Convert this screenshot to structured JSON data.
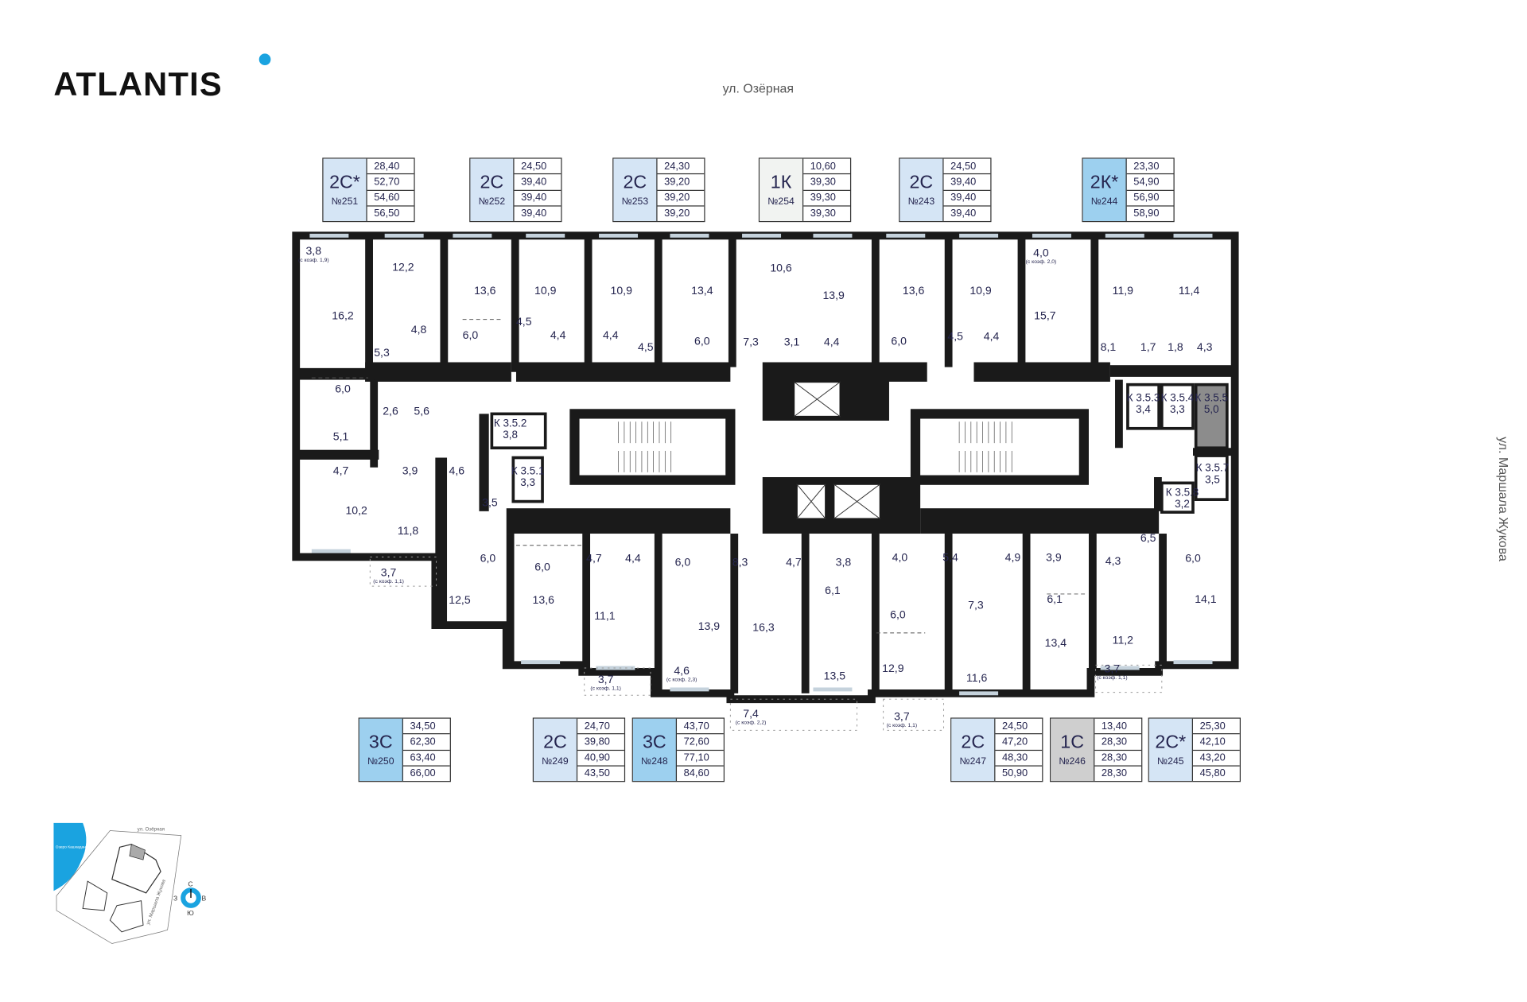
{
  "brand": {
    "name": "ATLANTIS",
    "accent": "#1aa3e0"
  },
  "streets": {
    "top": "ул. Озёрная",
    "right": "ул. Маршала Жукова"
  },
  "colors": {
    "light": "#d5e5f5",
    "mid": "#9dd0ef",
    "white": "#f1f3f1",
    "gray": "#cfcfcf"
  },
  "cards_top": [
    {
      "type": "2С*",
      "num": "№251",
      "areas": [
        "28,40",
        "52,70",
        "54,60",
        "56,50"
      ],
      "tone": "light"
    },
    {
      "type": "2С",
      "num": "№252",
      "areas": [
        "24,50",
        "39,40",
        "39,40",
        "39,40"
      ],
      "tone": "light"
    },
    {
      "type": "2С",
      "num": "№253",
      "areas": [
        "24,30",
        "39,20",
        "39,20",
        "39,20"
      ],
      "tone": "light"
    },
    {
      "type": "1К",
      "num": "№254",
      "areas": [
        "10,60",
        "39,30",
        "39,30",
        "39,30"
      ],
      "tone": "white"
    },
    {
      "type": "2С",
      "num": "№243",
      "areas": [
        "24,50",
        "39,40",
        "39,40",
        "39,40"
      ],
      "tone": "light"
    },
    {
      "type": "2К*",
      "num": "№244",
      "areas": [
        "23,30",
        "54,90",
        "56,90",
        "58,90"
      ],
      "tone": "mid"
    }
  ],
  "cards_bottom": [
    {
      "type": "3С",
      "num": "№250",
      "areas": [
        "34,50",
        "62,30",
        "63,40",
        "66,00"
      ],
      "tone": "mid"
    },
    {
      "type": "2С",
      "num": "№249",
      "areas": [
        "24,70",
        "39,80",
        "40,90",
        "43,50"
      ],
      "tone": "light"
    },
    {
      "type": "3С",
      "num": "№248",
      "areas": [
        "43,70",
        "72,60",
        "77,10",
        "84,60"
      ],
      "tone": "mid"
    },
    {
      "type": "2С",
      "num": "№247",
      "areas": [
        "24,50",
        "47,20",
        "48,30",
        "50,90"
      ],
      "tone": "light"
    },
    {
      "type": "1С",
      "num": "№246",
      "areas": [
        "13,40",
        "28,30",
        "28,30",
        "28,30"
      ],
      "tone": "gray"
    },
    {
      "type": "2С*",
      "num": "№245",
      "areas": [
        "25,30",
        "42,10",
        "43,20",
        "45,80"
      ],
      "tone": "light"
    }
  ],
  "rooms": [
    {
      "a": "3,8",
      "note": "(с коэф. 1,9)"
    },
    {
      "a": "12,2"
    },
    {
      "a": "16,2"
    },
    {
      "a": "4,8"
    },
    {
      "a": "5,3"
    },
    {
      "a": "6,0"
    },
    {
      "a": "2,6"
    },
    {
      "a": "5,6"
    },
    {
      "a": "5,1"
    },
    {
      "a": "4,7"
    },
    {
      "a": "3,9"
    },
    {
      "a": "10,2"
    },
    {
      "a": "11,8"
    },
    {
      "a": "3,7",
      "note": "(с коэф. 1,1)"
    },
    {
      "a": "4,6"
    },
    {
      "a": "3,5"
    },
    {
      "a": "6,0"
    },
    {
      "a": "12,5"
    },
    {
      "a": "13,6"
    },
    {
      "a": "10,9"
    },
    {
      "a": "6,0"
    },
    {
      "a": "4,5"
    },
    {
      "a": "4,4"
    },
    {
      "a": "10,9"
    },
    {
      "a": "13,4"
    },
    {
      "a": "4,4"
    },
    {
      "a": "6,0"
    },
    {
      "a": "4,5"
    },
    {
      "a": "10,6"
    },
    {
      "a": "13,9"
    },
    {
      "a": "7,3"
    },
    {
      "a": "3,1"
    },
    {
      "a": "4,4"
    },
    {
      "a": "13,6"
    },
    {
      "a": "10,9"
    },
    {
      "a": "6,0"
    },
    {
      "a": "4,5"
    },
    {
      "a": "4,4"
    },
    {
      "a": "4,0",
      "note": "(с коэф. 2,0)"
    },
    {
      "a": "15,7"
    },
    {
      "a": "11,9"
    },
    {
      "a": "11,4"
    },
    {
      "a": "8,1"
    },
    {
      "a": "1,7"
    },
    {
      "a": "1,8"
    },
    {
      "a": "4,3"
    },
    {
      "a": "6,0"
    },
    {
      "a": "13,6"
    },
    {
      "a": "4,7"
    },
    {
      "a": "4,4"
    },
    {
      "a": "11,1"
    },
    {
      "a": "3,7",
      "note": "(с коэф. 1,1)"
    },
    {
      "a": "6,0"
    },
    {
      "a": "8,3"
    },
    {
      "a": "13,9"
    },
    {
      "a": "4,6",
      "note": "(с коэф. 2,3)"
    },
    {
      "a": "16,3"
    },
    {
      "a": "7,4",
      "note": "(с коэф. 2,2)"
    },
    {
      "a": "4,7"
    },
    {
      "a": "3,8"
    },
    {
      "a": "6,1"
    },
    {
      "a": "13,5"
    },
    {
      "a": "4,0"
    },
    {
      "a": "5,4"
    },
    {
      "a": "6,0"
    },
    {
      "a": "12,9"
    },
    {
      "a": "3,7",
      "note": "(с коэф. 1,1)"
    },
    {
      "a": "4,9"
    },
    {
      "a": "7,3"
    },
    {
      "a": "11,6"
    },
    {
      "a": "3,9"
    },
    {
      "a": "6,1"
    },
    {
      "a": "13,4"
    },
    {
      "a": "4,3"
    },
    {
      "a": "11,2"
    },
    {
      "a": "3,7",
      "note": "(с коэф. 1,1)"
    },
    {
      "a": "6,5"
    },
    {
      "a": "6,0"
    },
    {
      "a": "14,1"
    }
  ],
  "storages": [
    {
      "k": "К 3.5.2",
      "a": "3,8"
    },
    {
      "k": "К 3.5.1",
      "a": "3,3"
    },
    {
      "k": "К 3.5.3",
      "a": "3,4"
    },
    {
      "k": "К 3.5.4",
      "a": "3,3"
    },
    {
      "k": "К 3.5.5",
      "a": "5,0"
    },
    {
      "k": "К 3.5.7",
      "a": "3,5"
    },
    {
      "k": "К 3.5.8",
      "a": "3,2"
    }
  ],
  "minimap": {
    "lake": "Озеро Кашкадан",
    "street_top": "ул. Озёрная",
    "street_right": "ул. Маршала Жукова",
    "compass": {
      "n": "С",
      "e": "В",
      "s": "Ю",
      "w": "З"
    }
  }
}
